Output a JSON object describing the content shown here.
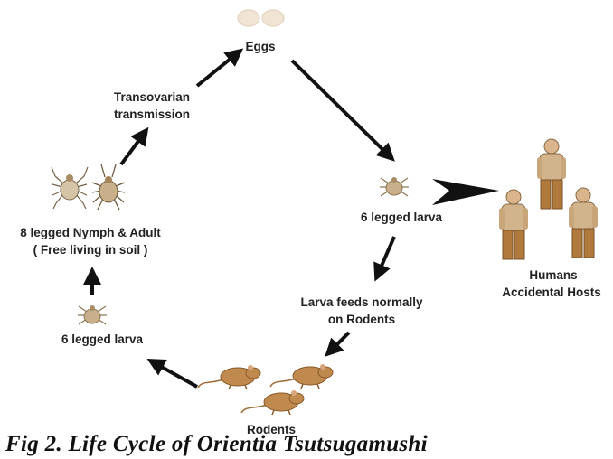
{
  "labels": {
    "eggs": "Eggs",
    "transovarian_1": "Transovarian",
    "transovarian_2": "transmission",
    "nymph_adult_1": "8 legged Nymph & Adult",
    "nymph_adult_2": "( Free living in soil )",
    "larva_right": "6 legged larva",
    "larva_left": "6 legged larva",
    "larva_feeds_1": "Larva feeds normally",
    "larva_feeds_2": "on Rodents",
    "rodents": "Rodents",
    "humans_1": "Humans",
    "humans_2": "Accidental Hosts"
  },
  "caption": "Fig 2.  Life Cycle of Orientia Tsutsugamushi",
  "colors": {
    "arrow": "#111111",
    "egg": "#f0e4d4",
    "mite": "#c9b08a",
    "rodent": "#c08a4e",
    "human_shirt": "#d2b48c",
    "human_pants": "#b07a3c"
  }
}
